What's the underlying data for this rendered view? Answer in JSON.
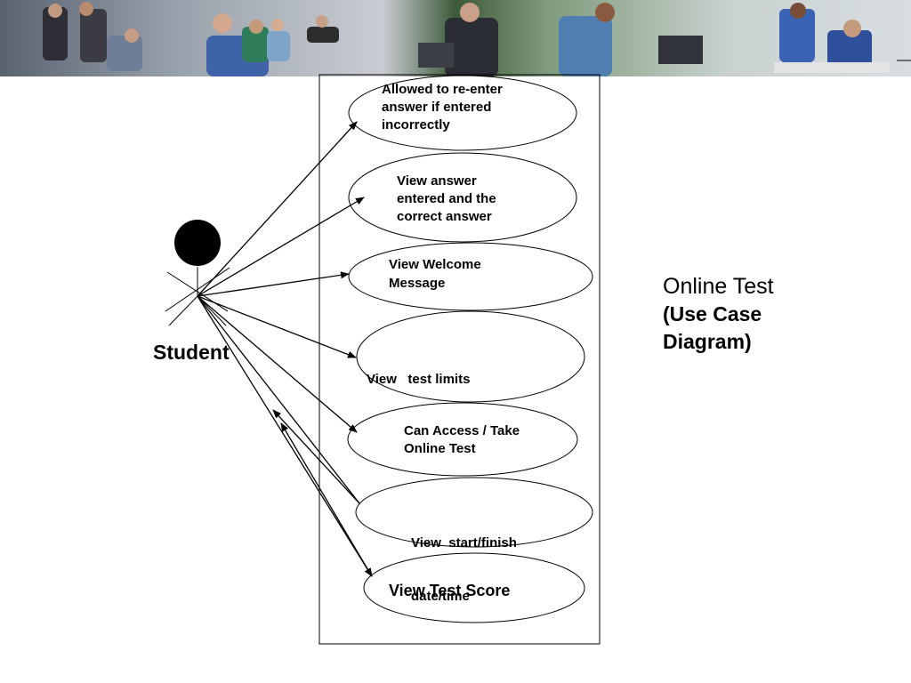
{
  "banner": {
    "description_icon": "office-photo-strip"
  },
  "actor": {
    "label": "Student"
  },
  "title": {
    "line1": "Online Test",
    "line2": "(Use Case",
    "line3": "Diagram)"
  },
  "use_cases": [
    {
      "lines": [
        "Allowed to re-enter",
        "answer if entered",
        "incorrectly"
      ]
    },
    {
      "lines": [
        "View answer",
        "entered and the",
        "correct answer"
      ]
    },
    {
      "lines": [
        "View Welcome",
        "Message"
      ]
    },
    {
      "lines": [
        "View   test limits"
      ]
    },
    {
      "lines": [
        "Can Access / Take",
        "Online Test"
      ]
    },
    {
      "lines": [
        "View  start/finish",
        "date/time"
      ]
    },
    {
      "lines": [
        "View Test Score"
      ]
    }
  ],
  "colors": {
    "line": "#000000",
    "background": "#ffffff"
  }
}
